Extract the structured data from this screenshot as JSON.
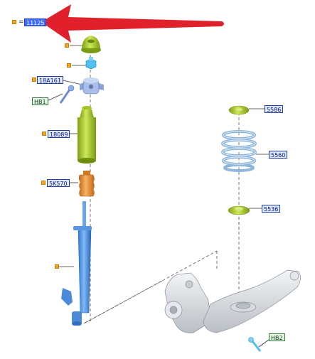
{
  "diagram": {
    "header": {
      "equals": "=",
      "selected_part": "11125"
    },
    "callouts": [
      {
        "id": "c-18a161",
        "label": "18A161"
      },
      {
        "id": "c-hb1",
        "label": "HB1"
      },
      {
        "id": "c-18089",
        "label": "18089"
      },
      {
        "id": "c-5k570",
        "label": "5K570"
      },
      {
        "id": "c-5586",
        "label": "5586"
      },
      {
        "id": "c-5560",
        "label": "5560"
      },
      {
        "id": "c-5536",
        "label": "5536"
      },
      {
        "id": "c-hb2",
        "label": "HB2"
      }
    ]
  },
  "colors": {
    "arrow": "#e0202a",
    "strut_blue": "#3d8ee8",
    "boot_green": "#a4c81e",
    "bumper_orange": "#e98a2c",
    "spring_blue": "#9cc4e4",
    "marker_orange": "#f5a623",
    "link_gray": "#d9dde2"
  }
}
